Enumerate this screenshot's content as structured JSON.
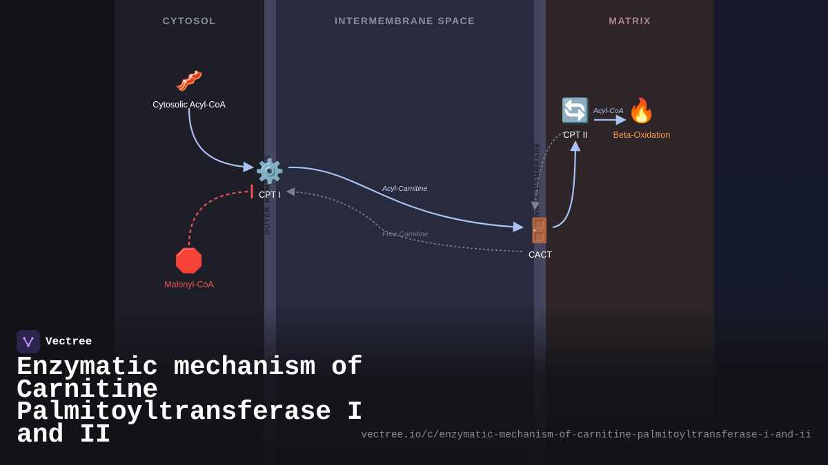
{
  "regions": {
    "cytosol": "CYTOSOL",
    "intermembrane": "INTERMEMBRANE SPACE",
    "matrix": "MATRIX",
    "outer_membrane": "OUTER MEMBRANE",
    "inner_membrane": "INNER MEMBRANE"
  },
  "nodes": {
    "acyl_coa": {
      "icon": "🥓",
      "icon_name": "bacon-icon",
      "label": "Cytosolic Acyl-CoA"
    },
    "cpt1": {
      "icon": "⚙️",
      "icon_name": "gear-icon",
      "label": "CPT I"
    },
    "malonyl": {
      "icon": "🛑",
      "icon_name": "stop-sign-icon",
      "label": "Malonyl-CoA"
    },
    "cact": {
      "icon": "🚪",
      "icon_name": "door-icon",
      "label": "CACT"
    },
    "cpt2": {
      "icon": "🔄",
      "icon_name": "cycle-arrows-icon",
      "label": "CPT II"
    },
    "beta_ox": {
      "icon": "🔥",
      "icon_name": "fire-icon",
      "label": "Beta-Oxidation"
    }
  },
  "edges": {
    "acyl_carnitine": "Acyl-Carnitine",
    "free_carnitine": "Free Carnitine",
    "acyl_coa": "Acyl-CoA"
  },
  "colors": {
    "flow": "#a9c1f3",
    "inhibit": "#ef5350",
    "return": "#7c7f95",
    "beta_ox": "#f39a48",
    "malonyl": "#ef5350"
  },
  "brand": {
    "name": "Vectree"
  },
  "title": "Enzymatic mechanism of Carnitine Palmitoyltransferase I and II",
  "url": "vectree.io/c/enzymatic-mechanism-of-carnitine-palmitoyltransferase-i-and-ii"
}
